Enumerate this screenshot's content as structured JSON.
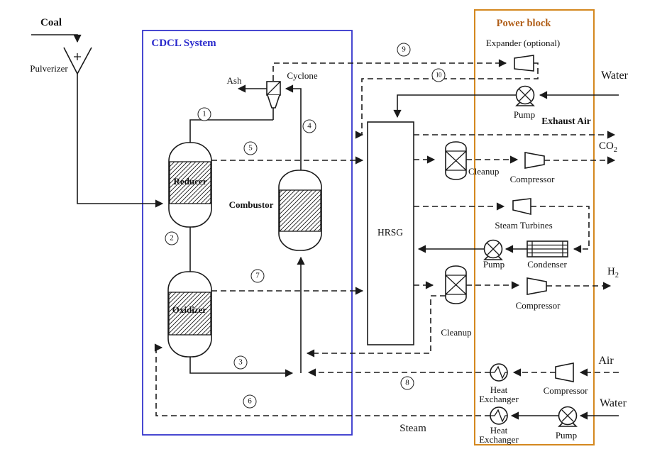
{
  "colors": {
    "line": "#1a1a1a",
    "cdcl_border": "#3434cc",
    "cdcl_text": "#2a2acc",
    "power_border": "#d4881f",
    "power_text": "#b05e18"
  },
  "regions": {
    "cdcl_label": "CDCL System",
    "power_label": "Power block"
  },
  "units": {
    "pulverizer": "Pulverizer",
    "cyclone": "Cyclone",
    "reducer": "Reducer",
    "combustor": "Combustor",
    "oxidizer": "Oxidizer",
    "hrsg": "HRSG",
    "expander": "Expander (optional)",
    "steam_turbines": "Steam Turbines",
    "condenser": "Condenser",
    "pump_feedwater": "Pump",
    "pump_condensate": "Pump",
    "pump_bottom_water": "Pump",
    "cleanup_co2": "Cleanup",
    "cleanup_h2": "Cleanup",
    "compressor_co2": "Compressor",
    "compressor_h2": "Compressor",
    "compressor_air": "Compressor",
    "hx_air_line1": "Heat",
    "hx_air_line2": "Exchanger",
    "hx_steam_line1": "Heat",
    "hx_steam_line2": "Exchanger"
  },
  "streams": {
    "coal": "Coal",
    "ash": "Ash",
    "water_top": "Water",
    "water_bottom": "Water",
    "exhaust_air": "Exhaust Air",
    "co2_base": "CO",
    "co2_sub": "2",
    "h2_base": "H",
    "h2_sub": "2",
    "air": "Air",
    "steam": "Steam"
  },
  "stream_numbers": {
    "n1": "1",
    "n2": "2",
    "n3": "3",
    "n4": "4",
    "n5": "5",
    "n6": "6",
    "n7": "7",
    "n8": "8",
    "n9": "9",
    "n10": "10"
  }
}
